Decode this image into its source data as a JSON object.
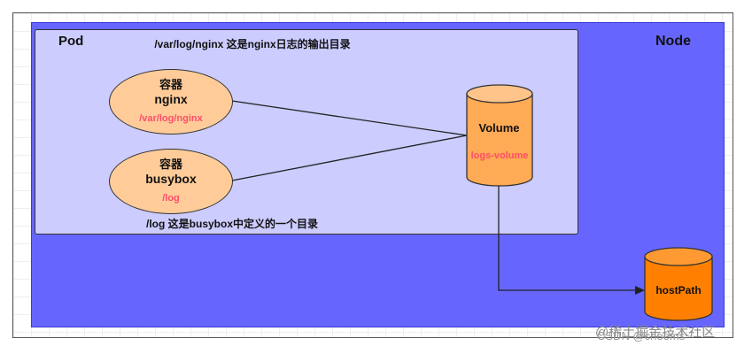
{
  "node": {
    "label": "Node"
  },
  "pod": {
    "label": "Pod"
  },
  "annotations": {
    "nginx_log_dir": "/var/log/nginx 这是nginx日志的输出目录",
    "busybox_dir": "/log 这是busybox中定义的一个目录"
  },
  "containers": [
    {
      "title": "容器",
      "name": "nginx",
      "path": "/var/log/nginx"
    },
    {
      "title": "容器",
      "name": "busybox",
      "path": "/log"
    }
  ],
  "volume": {
    "title": "Volume",
    "name": "logs-volume"
  },
  "host_path": {
    "label": "hostPath"
  },
  "watermark": {
    "main": "@稀土掘金技术社区",
    "sub": "CSDN @cheems~"
  },
  "colors": {
    "node_fill": "#6666ff",
    "pod_fill": "#ccccff",
    "container_fill": "#ffcc99",
    "volume_fill": "#ffaa55",
    "hostpath_fill": "#ff8000",
    "path_text": "#ff4d6a"
  }
}
